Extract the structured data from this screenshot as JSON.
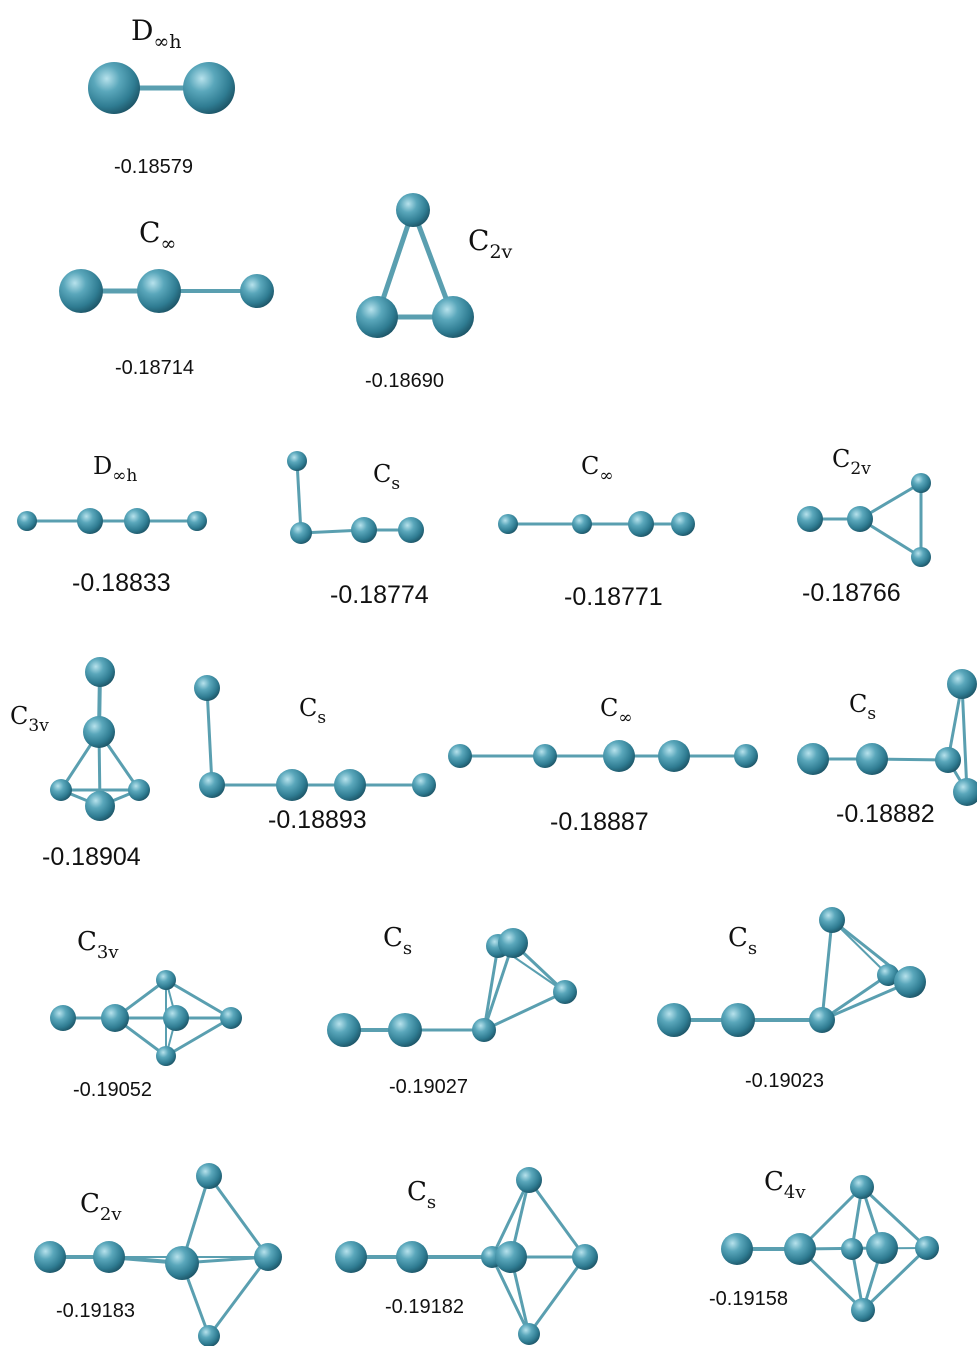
{
  "colors": {
    "atom_light": "#b7e2ec",
    "atom_mid": "#4a97ab",
    "atom_dark": "#1d5567",
    "bond": "#5a9fb0",
    "text": "#111111"
  },
  "clusters": [
    {
      "id": "c1",
      "sym_main": "D",
      "sym_sub": "∞h",
      "energy": "-0.18579"
    },
    {
      "id": "c2",
      "sym_main": "C",
      "sym_sub": "∞",
      "energy": "-0.18714"
    },
    {
      "id": "c3",
      "sym_main": "C",
      "sym_sub": "2v",
      "energy": "-0.18690"
    },
    {
      "id": "c4",
      "sym_main": "D",
      "sym_sub": "∞h",
      "energy": "-0.18833"
    },
    {
      "id": "c5",
      "sym_main": "C",
      "sym_sub": "s",
      "energy": "-0.18774"
    },
    {
      "id": "c6",
      "sym_main": "C",
      "sym_sub": "∞",
      "energy": "-0.18771"
    },
    {
      "id": "c7",
      "sym_main": "C",
      "sym_sub": "2v",
      "energy": "-0.18766"
    },
    {
      "id": "c8",
      "sym_main": "C",
      "sym_sub": "3v",
      "energy": "-0.18904"
    },
    {
      "id": "c9",
      "sym_main": "C",
      "sym_sub": "s",
      "energy": "-0.18893"
    },
    {
      "id": "c10",
      "sym_main": "C",
      "sym_sub": "∞",
      "energy": "-0.18887"
    },
    {
      "id": "c11",
      "sym_main": "C",
      "sym_sub": "s",
      "energy": "-0.18882"
    },
    {
      "id": "c12",
      "sym_main": "C",
      "sym_sub": "3v",
      "energy": "-0.19052"
    },
    {
      "id": "c13",
      "sym_main": "C",
      "sym_sub": "s",
      "energy": "-0.19027"
    },
    {
      "id": "c14",
      "sym_main": "C",
      "sym_sub": "s",
      "energy": "-0.19023"
    },
    {
      "id": "c15",
      "sym_main": "C",
      "sym_sub": "2v",
      "energy": "-0.19183"
    },
    {
      "id": "c16",
      "sym_main": "C",
      "sym_sub": "s",
      "energy": "-0.19182"
    },
    {
      "id": "c17",
      "sym_main": "C",
      "sym_sub": "4v",
      "energy": "-0.19158"
    }
  ]
}
